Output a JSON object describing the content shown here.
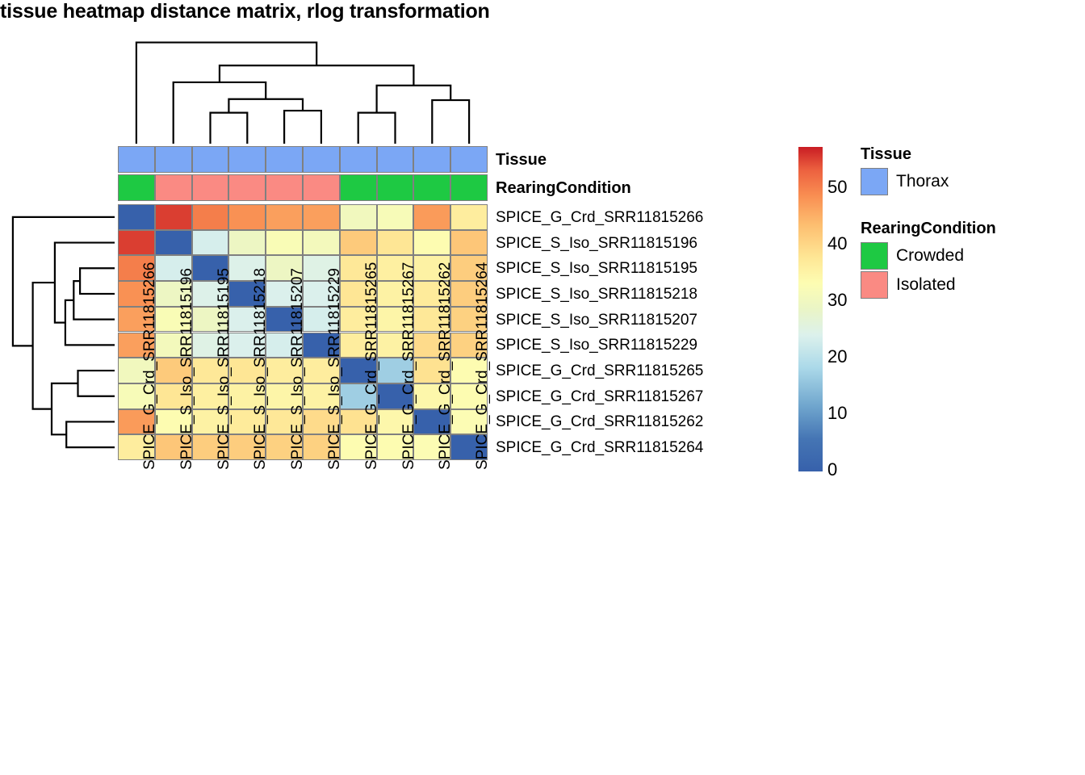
{
  "title": "tissue heatmap distance matrix, rlog transformation",
  "chart_data": {
    "type": "heatmap",
    "title": "tissue heatmap distance matrix, rlog transformation",
    "xlabel": "",
    "ylabel": "",
    "grid": false,
    "legend_position": "right",
    "colormap": "RdYlBu-reversed",
    "colorbar": {
      "min": 0,
      "max": 57.5,
      "ticks": [
        0,
        10,
        20,
        30,
        40,
        50
      ],
      "tick_labels": [
        "0",
        "10",
        "20",
        "30",
        "40",
        "50"
      ],
      "stops": [
        {
          "pos": 0.0,
          "color": "#3761ab"
        },
        {
          "pos": 0.1,
          "color": "#4575b4"
        },
        {
          "pos": 0.2,
          "color": "#6fa5cd"
        },
        {
          "pos": 0.32,
          "color": "#abd9e9"
        },
        {
          "pos": 0.42,
          "color": "#dcf1ec"
        },
        {
          "pos": 0.5,
          "color": "#eaf5c6"
        },
        {
          "pos": 0.58,
          "color": "#fdfdb2"
        },
        {
          "pos": 0.66,
          "color": "#fee695"
        },
        {
          "pos": 0.76,
          "color": "#fdbe70"
        },
        {
          "pos": 0.85,
          "color": "#f98e52"
        },
        {
          "pos": 0.93,
          "color": "#ec603f"
        },
        {
          "pos": 1.0,
          "color": "#c91d23"
        }
      ]
    },
    "categories": [
      "SPICE_G_Crd_SRR11815266",
      "SPICE_S_Iso_SRR11815196",
      "SPICE_S_Iso_SRR11815195",
      "SPICE_S_Iso_SRR11815218",
      "SPICE_S_Iso_SRR11815207",
      "SPICE_S_Iso_SRR11815229",
      "SPICE_G_Crd_SRR11815265",
      "SPICE_G_Crd_SRR11815267",
      "SPICE_G_Crd_SRR11815262",
      "SPICE_G_Crd_SRR11815264"
    ],
    "row_labels": [
      "SPICE_G_Crd_SRR11815266",
      "SPICE_S_Iso_SRR11815196",
      "SPICE_S_Iso_SRR11815195",
      "SPICE_S_Iso_SRR11815218",
      "SPICE_S_Iso_SRR11815207",
      "SPICE_S_Iso_SRR11815229",
      "SPICE_G_Crd_SRR11815265",
      "SPICE_G_Crd_SRR11815267",
      "SPICE_G_Crd_SRR11815262",
      "SPICE_G_Crd_SRR11815264"
    ],
    "column_labels": [
      "SPICE_G_Crd_SRR11815266",
      "SPICE_S_Iso_SRR11815196",
      "SPICE_S_Iso_SRR11815195",
      "SPICE_S_Iso_SRR11815218",
      "SPICE_S_Iso_SRR11815207",
      "SPICE_S_Iso_SRR11815229",
      "SPICE_G_Crd_SRR11815265",
      "SPICE_G_Crd_SRR11815267",
      "SPICE_G_Crd_SRR11815262",
      "SPICE_G_Crd_SRR11815264"
    ],
    "values": [
      [
        0.0,
        55.5,
        50.5,
        48.5,
        47.0,
        47.0,
        30.5,
        32.0,
        47.5,
        36.5
      ],
      [
        55.5,
        0.0,
        23.5,
        29.5,
        32.5,
        31.0,
        42.0,
        38.0,
        33.5,
        42.5
      ],
      [
        50.5,
        23.5,
        0.0,
        24.5,
        29.5,
        25.0,
        37.5,
        36.0,
        35.5,
        41.5
      ],
      [
        48.5,
        29.5,
        24.5,
        0.0,
        24.0,
        24.0,
        38.0,
        35.5,
        37.0,
        41.5
      ],
      [
        47.0,
        32.5,
        29.5,
        24.0,
        0.0,
        23.5,
        36.5,
        35.0,
        37.5,
        41.0
      ],
      [
        47.0,
        31.0,
        25.0,
        24.0,
        23.5,
        0.0,
        36.5,
        35.5,
        39.5,
        41.0
      ],
      [
        30.5,
        42.0,
        37.5,
        38.0,
        36.5,
        36.5,
        0.0,
        17.0,
        38.5,
        33.5
      ],
      [
        32.0,
        38.0,
        36.0,
        35.5,
        35.0,
        35.5,
        17.0,
        0.0,
        34.5,
        33.5
      ],
      [
        47.5,
        33.5,
        35.5,
        37.0,
        37.5,
        39.5,
        38.5,
        34.5,
        0.0,
        33.0
      ],
      [
        36.5,
        42.5,
        41.5,
        41.5,
        41.0,
        41.0,
        33.5,
        33.5,
        33.0,
        0.0
      ]
    ],
    "annotations": {
      "Tissue": [
        "Thorax",
        "Thorax",
        "Thorax",
        "Thorax",
        "Thorax",
        "Thorax",
        "Thorax",
        "Thorax",
        "Thorax",
        "Thorax"
      ],
      "RearingCondition": [
        "Crowded",
        "Isolated",
        "Isolated",
        "Isolated",
        "Isolated",
        "Isolated",
        "Crowded",
        "Crowded",
        "Crowded",
        "Crowded"
      ]
    }
  },
  "annotation_rows": [
    {
      "name": "Tissue",
      "label": "Tissue"
    },
    {
      "name": "RearingCondition",
      "label": "RearingCondition"
    }
  ],
  "legends": [
    {
      "title": "Tissue",
      "items": [
        {
          "label": "Thorax",
          "color": "#7ba7f5"
        }
      ]
    },
    {
      "title": "RearingCondition",
      "items": [
        {
          "label": "Crowded",
          "color": "#1ec943"
        },
        {
          "label": "Isolated",
          "color": "#fa8a83"
        }
      ]
    }
  ],
  "colors": {
    "thorax": "#7ba7f5",
    "crowded": "#1ec943",
    "isolated": "#fa8a83",
    "cell_border": "#808080",
    "dendrogram": "#000000"
  },
  "column_dendrogram": {
    "description": "hierarchical clustering of columns, leaves left to right",
    "merges": [
      {
        "left_leaf": 3,
        "right_leaf": 4,
        "height": 0.28
      },
      {
        "left_leaf": 6,
        "right_leaf": 7,
        "height": 0.3
      },
      {
        "left_leaf": 9,
        "right_leaf": 10,
        "height": 0.28
      },
      {
        "left_leaf": 8,
        "right_leaf": 9,
        "height": 0.52
      },
      {
        "left_leaf": 2,
        "right_leaf": 5,
        "height": 0.44
      },
      {
        "left_leaf": 1,
        "right_leaf": 3,
        "height": 0.62
      },
      {
        "left_leaf": 4,
        "right_leaf": 8,
        "height": 0.78
      },
      {
        "left_leaf": 1,
        "right_leaf": 7,
        "height": 0.96
      }
    ]
  },
  "row_dendrogram": {
    "description": "hierarchical clustering of rows, leaves top to bottom"
  }
}
